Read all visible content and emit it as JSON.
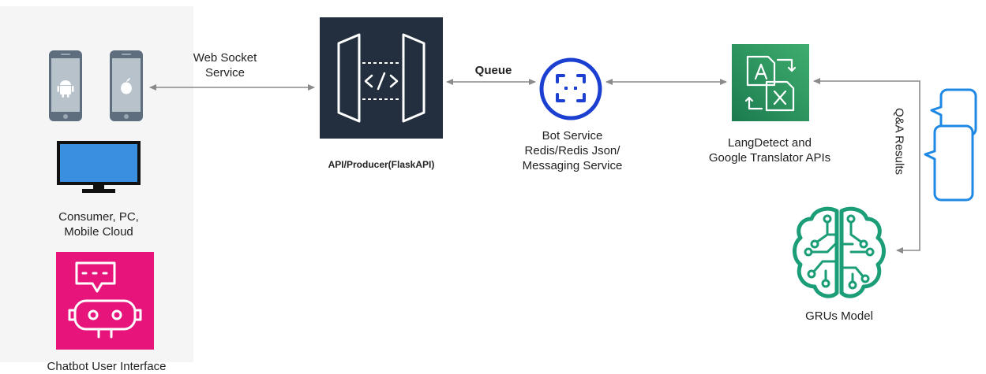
{
  "labels": {
    "web_socket_line1": "Web Socket",
    "web_socket_line2": "Service",
    "queue": "Queue",
    "api_producer": "API/Producer(FlaskAPI)",
    "bot_line1": "Bot Service",
    "bot_line2": "Redis/Redis Json/",
    "bot_line3": "Messaging Service",
    "lang_line1": "LangDetect and",
    "lang_line2": "Google Translator APIs",
    "consumer_line1": "Consumer, PC,",
    "consumer_line2": "Mobile Cloud",
    "chatbot_ui": "Chatbot User Interface",
    "qa_results": "Q&A  Results",
    "grus_model": "GRUs Model"
  },
  "colors": {
    "panel_bg": "#f5f5f5",
    "api_box": "#232f3e",
    "bot_blue": "#1a3fd1",
    "translator_green": "#2e8b57",
    "chatbot_pink": "#e7157b",
    "grus_green": "#1b9e77",
    "speech_blue": "#1e88e5",
    "monitor_blue": "#3a8fe0",
    "phone_grey": "#5f6e7e",
    "arrow_grey": "#8a8a8a"
  },
  "icons": {
    "android_phone": "android-phone-icon",
    "apple_phone": "apple-phone-icon",
    "monitor": "desktop-monitor-icon",
    "chatbot": "chatbot-robot-icon",
    "api_gateway": "api-gateway-icon",
    "bot_service": "bot-service-icon",
    "translator": "translator-icon",
    "grus_model": "brain-circuit-icon",
    "speech_bubbles": "speech-bubbles-icon"
  }
}
